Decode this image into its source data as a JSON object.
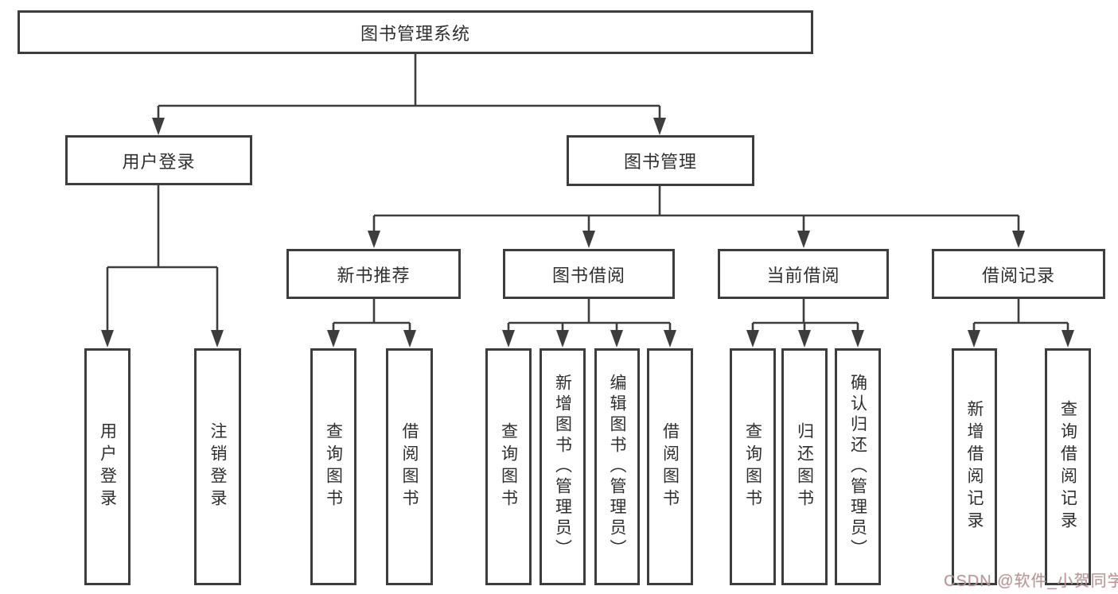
{
  "diagram": {
    "root": {
      "label": "图书管理系统"
    },
    "branches": {
      "user_login": {
        "label": "用户登录",
        "children": [
          {
            "label": "用户登录"
          },
          {
            "label": "注销登录"
          }
        ]
      },
      "book_mgmt": {
        "label": "图书管理",
        "sections": [
          {
            "label": "新书推荐",
            "children": [
              {
                "label": "查询图书"
              },
              {
                "label": "借阅图书"
              }
            ]
          },
          {
            "label": "图书借阅",
            "children": [
              {
                "label": "查询图书"
              },
              {
                "label": "新增图书（管理员）"
              },
              {
                "label": "编辑图书（管理员）"
              },
              {
                "label": "借阅图书"
              }
            ]
          },
          {
            "label": "当前借阅",
            "children": [
              {
                "label": "查询图书"
              },
              {
                "label": "归还图书"
              },
              {
                "label": "确认归还（管理员）"
              }
            ]
          },
          {
            "label": "借阅记录",
            "children": [
              {
                "label": "新增借阅记录"
              },
              {
                "label": "查询借阅记录"
              }
            ]
          }
        ]
      }
    },
    "colors": {
      "line": "#3d3d3d",
      "box_border": "#3d3d3d",
      "text": "#2f2f2f",
      "watermark": "#b98e8e",
      "background": "#ffffff"
    },
    "watermark": "CSDN @软件_小贺同学"
  }
}
